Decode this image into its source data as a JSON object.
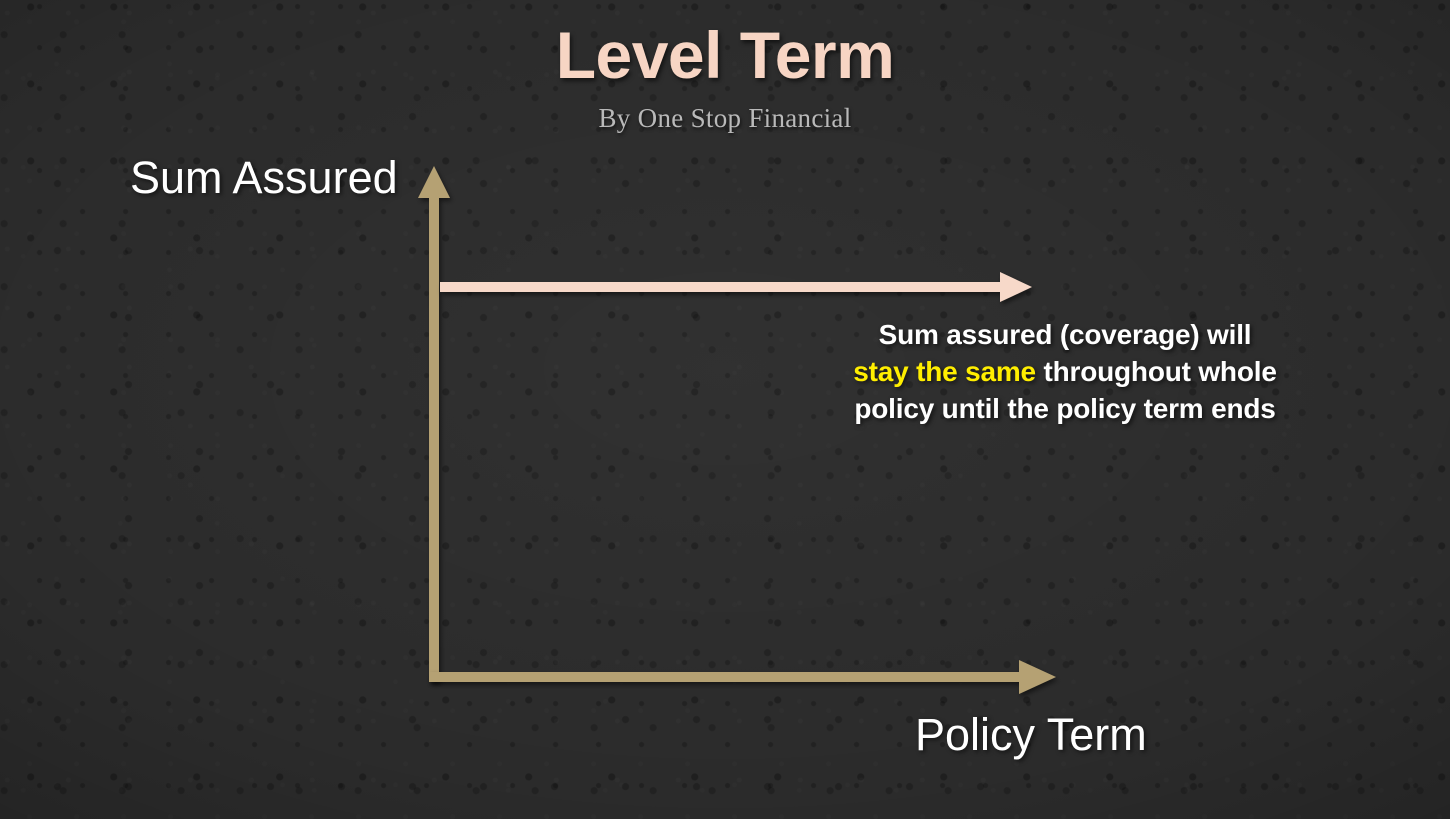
{
  "slide": {
    "title": "Level Term",
    "subtitle": "By One Stop Financial",
    "background_color": "#2b2b2b",
    "title_color": "#f7d5c4",
    "subtitle_color": "#b9b9b9"
  },
  "chart_data": {
    "type": "line",
    "title": "Level Term",
    "subtitle": "By One Stop Financial",
    "xlabel": "Policy Term",
    "ylabel": "Sum Assured",
    "xlim": [
      0,
      100
    ],
    "ylim": [
      0,
      100
    ],
    "grid": false,
    "legend": "none",
    "axis_color": "#b5a173",
    "axis_style": "arrow",
    "series": [
      {
        "name": "Sum Assured",
        "color": "#f7d9c9",
        "style": "flat-line-with-arrow",
        "x": [
          0,
          95
        ],
        "values": [
          78,
          78
        ]
      }
    ],
    "annotations": [
      {
        "text": "Sum assured (coverage) will stay the same throughout whole policy until the policy term ends",
        "highlight": "stay the same",
        "highlight_color": "#ffee00",
        "color": "#ffffff"
      }
    ]
  },
  "axes": {
    "y_label": "Sum Assured",
    "x_label": "Policy Term",
    "color": "#b5a173"
  },
  "coverage_line": {
    "color": "#f7d9c9",
    "name": "level-coverage-line"
  },
  "annotation": {
    "line1": "Sum assured (coverage) will",
    "line2_highlight": "stay the same",
    "line2_rest": " throughout whole",
    "line3": "policy until the policy term ends",
    "highlight_color": "#ffee00",
    "text_color": "#ffffff"
  }
}
